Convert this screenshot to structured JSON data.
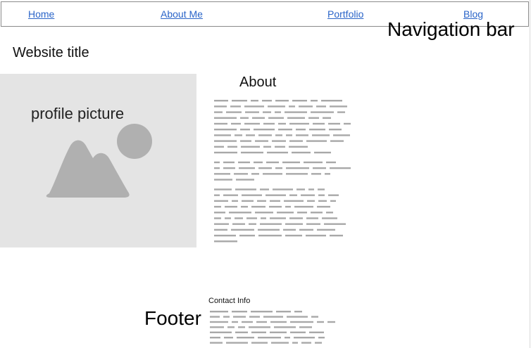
{
  "nav": {
    "links": [
      "Home",
      "About Me",
      "Portfolio",
      "Blog"
    ],
    "annotation": "Navigation bar"
  },
  "header": {
    "title": "Website title"
  },
  "profile": {
    "label": "profile picture",
    "icon": "image-placeholder-icon"
  },
  "about": {
    "title": "About"
  },
  "footer": {
    "annotation": "Footer",
    "contact_label": "Contact Info"
  },
  "colors": {
    "link": "#2a64c8",
    "placeholder_bg": "#e4e4e4",
    "placeholder_fg": "#b0b0b0",
    "text_lines": "#a8a8a8"
  }
}
